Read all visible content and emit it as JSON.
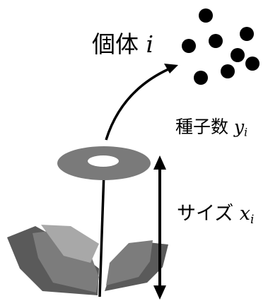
{
  "labels": {
    "individual": {
      "text": "個体",
      "var": "i"
    },
    "seeds": {
      "text": "種子数",
      "var": "y",
      "sub": "i"
    },
    "size": {
      "text": "サイズ",
      "var": "x",
      "sub": "i"
    }
  },
  "colors": {
    "ink": "#000000",
    "flower": "#7a7a7a",
    "leaf_dark": "#5a5a5a",
    "leaf_mid": "#7c7c7c",
    "leaf_light": "#a8a8a8"
  }
}
